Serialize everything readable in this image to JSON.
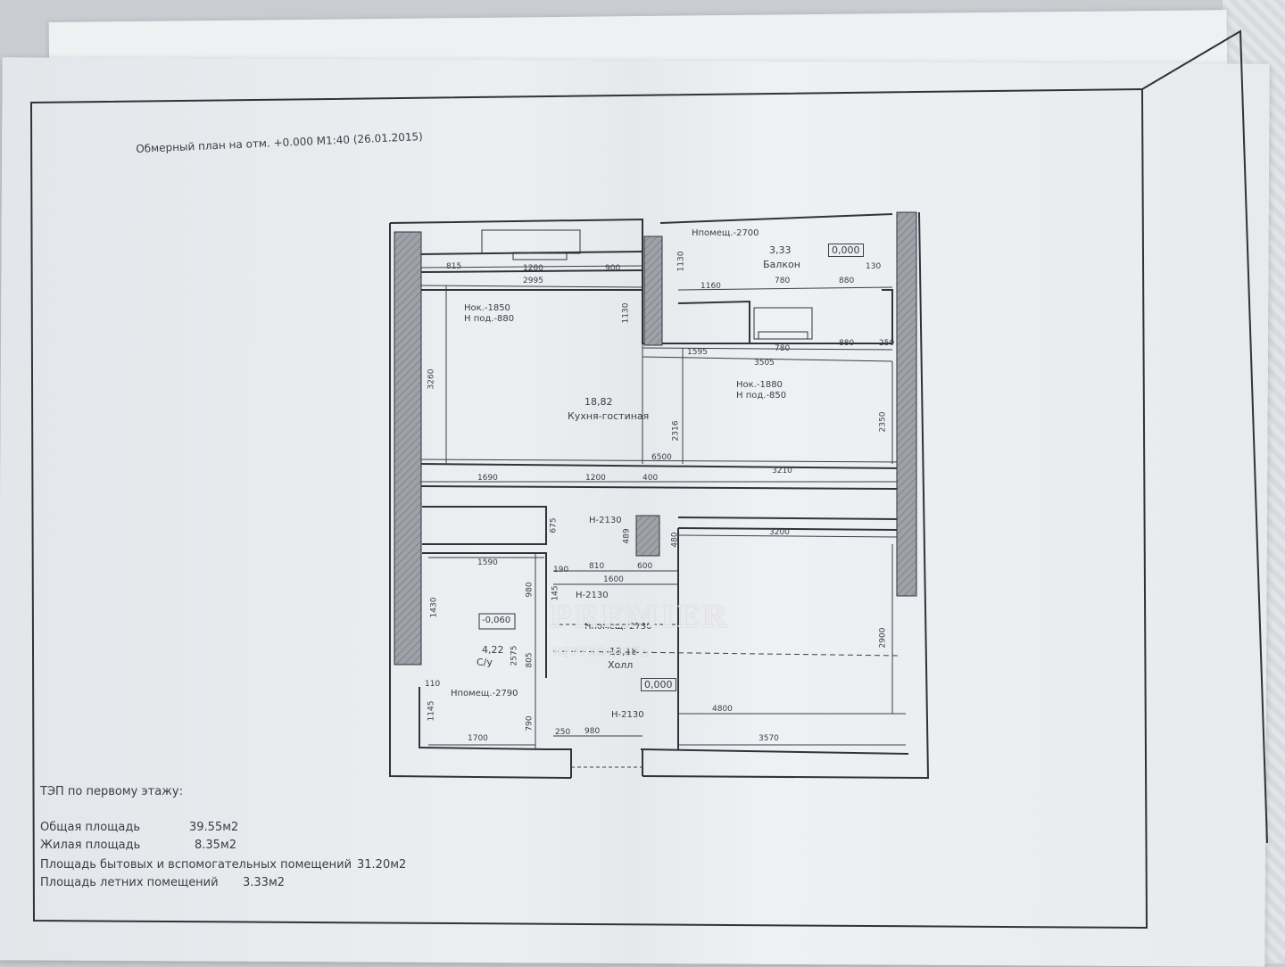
{
  "plan": {
    "title": "Обмерный план на отм. +0.000 М1:40 (26.01.2015)"
  },
  "rooms": {
    "kitchen": {
      "area": "18,82",
      "name": "Кухня-гостиная"
    },
    "balcony": {
      "area": "3,33",
      "name": "Балкон",
      "level": "0,000"
    },
    "bathroom": {
      "area": "4,22",
      "name": "С/у",
      "level": "-0,060"
    },
    "hall": {
      "area": "13,18",
      "name": "Холл",
      "level": "0,000"
    }
  },
  "notes": {
    "nok1": "Нок.-1850",
    "npod1": "Н под.-880",
    "nok2": "Нок.-1880",
    "npod2": "Н под.-850",
    "hpom_balcony": "Нпомещ.-2700",
    "hpom_bath": "Нпомещ.-2790",
    "hpom_hall": "Нпомещ.-2730",
    "h1": "Н-2130",
    "h2": "Н-2130",
    "h3": "Н-2130"
  },
  "dimensions": {
    "d815": "815",
    "d1280": "1280",
    "d900": "900",
    "d2995": "2995",
    "d1130a": "1130",
    "d1130b": "1130",
    "d1160": "1160",
    "d780a": "780",
    "d880a": "880",
    "d130": "130",
    "d1595": "1595",
    "d3505": "3505",
    "d780b": "780",
    "d880b": "880",
    "d250a": "250",
    "d3260": "3260",
    "d2316": "2316",
    "d2350": "2350",
    "d6500": "6500",
    "d1690": "1690",
    "d1200": "1200",
    "d400": "400",
    "d3210": "3210",
    "d675": "675",
    "d489": "489",
    "d480": "480",
    "d3200": "3200",
    "d1590": "1590",
    "d810": "810",
    "d600": "600",
    "d1600": "1600",
    "d190": "190",
    "d980a": "980",
    "d1430": "1430",
    "d145": "145",
    "d2575": "2575",
    "d805": "805",
    "d2900": "2900",
    "d110": "110",
    "d1145": "1145",
    "d790": "790",
    "d4800": "4800",
    "d1700": "1700",
    "d250b": "250",
    "d980b": "980",
    "d3570": "3570"
  },
  "tep": {
    "heading": "ТЭП по первому этажу:",
    "total_label": "Общая площадь",
    "total_value": "39.55м2",
    "living_label": "Жилая площадь",
    "living_value": "8.35м2",
    "aux_label": "Площадь бытовых и вспомогательных помещений",
    "aux_value": "31.20м2",
    "summer_label": "Площадь летних помещений",
    "summer_value": "3.33м2"
  },
  "watermark": {
    "brand": "PREMIER",
    "sub": "НЕРУХОМІСТЬ"
  }
}
